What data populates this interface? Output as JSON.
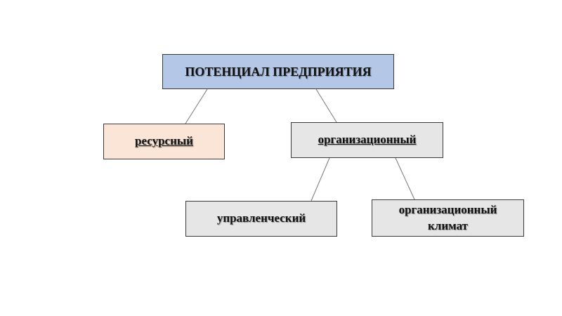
{
  "nodes": {
    "root": {
      "label": "ПОТЕНЦИАЛ ПРЕДПРИЯТИЯ",
      "color": "#b4c7e7"
    },
    "resource": {
      "label": "ресурсный",
      "color": "#fbe5d6"
    },
    "organizational": {
      "label": "организационный",
      "color": "#e7e6e6"
    },
    "managerial": {
      "label": "управленческий",
      "color": "#e7e6e6"
    },
    "climate": {
      "label": "организационный климат",
      "color": "#e7e6e6"
    }
  }
}
